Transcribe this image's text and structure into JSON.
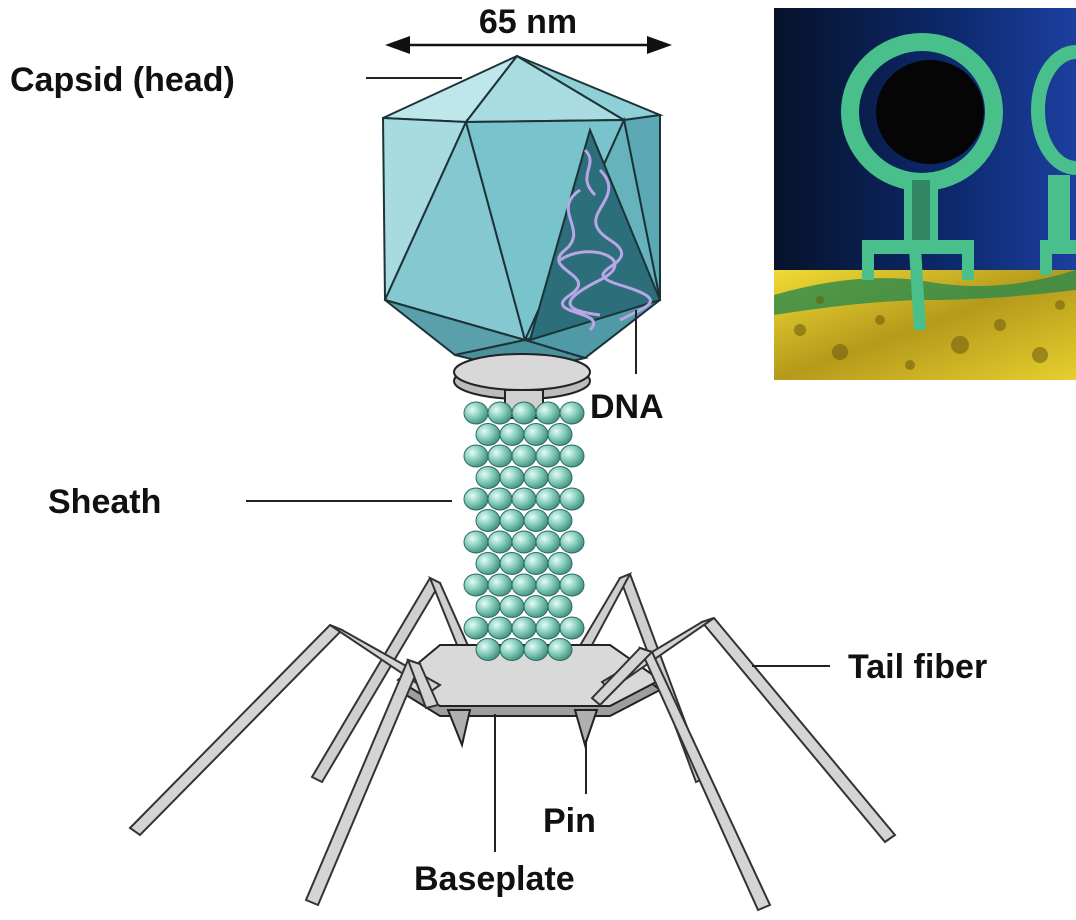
{
  "labels": {
    "dimension": "65 nm",
    "capsid": "Capsid (head)",
    "dna": "DNA",
    "sheath": "Sheath",
    "tail_fiber": "Tail fiber",
    "pin": "Pin",
    "baseplate": "Baseplate"
  },
  "colors": {
    "capsid_light": "#a7dbe1",
    "capsid_mid": "#79c3cc",
    "capsid_dark": "#4f9aa6",
    "sheath_bead": "#8fd3c2",
    "collar": "#cfcfcf",
    "micro_background": "#0b1a3a",
    "micro_green": "#49c08c",
    "micro_yellow": "#e4cc2a"
  }
}
